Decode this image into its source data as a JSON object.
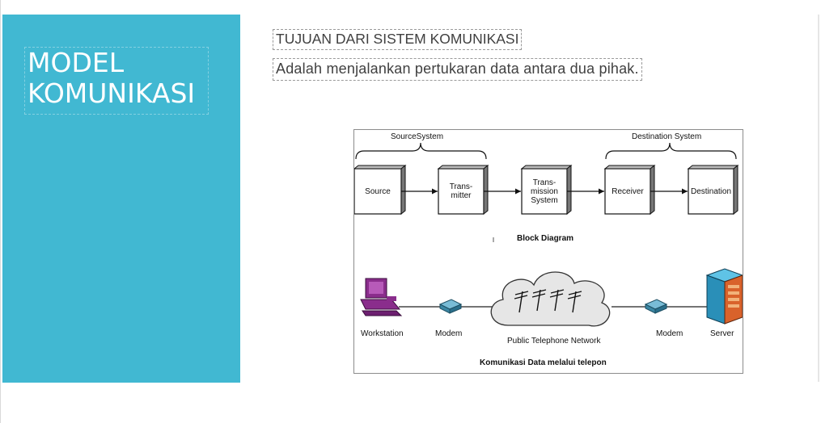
{
  "slide": {
    "title_line1": "MODEL",
    "title_line2": "KOMUNIKASI",
    "heading": "TUJUAN DARI SISTEM KOMUNIKASI",
    "body": "Adalah menjalankan pertukaran data antara dua pihak."
  },
  "diagram": {
    "source_system_label": "SourceSystem",
    "destination_system_label": "Destination System",
    "blocks": [
      "Source",
      "Trans-\nmitter",
      "Trans-\nmission\nSystem",
      "Receiver",
      "Destination"
    ],
    "block_diagram_caption": "Block Diagram",
    "workstation_label": "Workstation",
    "modem_left_label": "Modem",
    "network_label": "Public Telephone Network",
    "modem_right_label": "Modem",
    "server_label": "Server",
    "network_caption": "Komunikasi Data melalui telepon"
  },
  "colors": {
    "side_panel": "#41b8d2",
    "text": "#404040",
    "workstation": "#8a2d8c",
    "server": "#2a8fb8",
    "server_rack": "#d9622b"
  }
}
